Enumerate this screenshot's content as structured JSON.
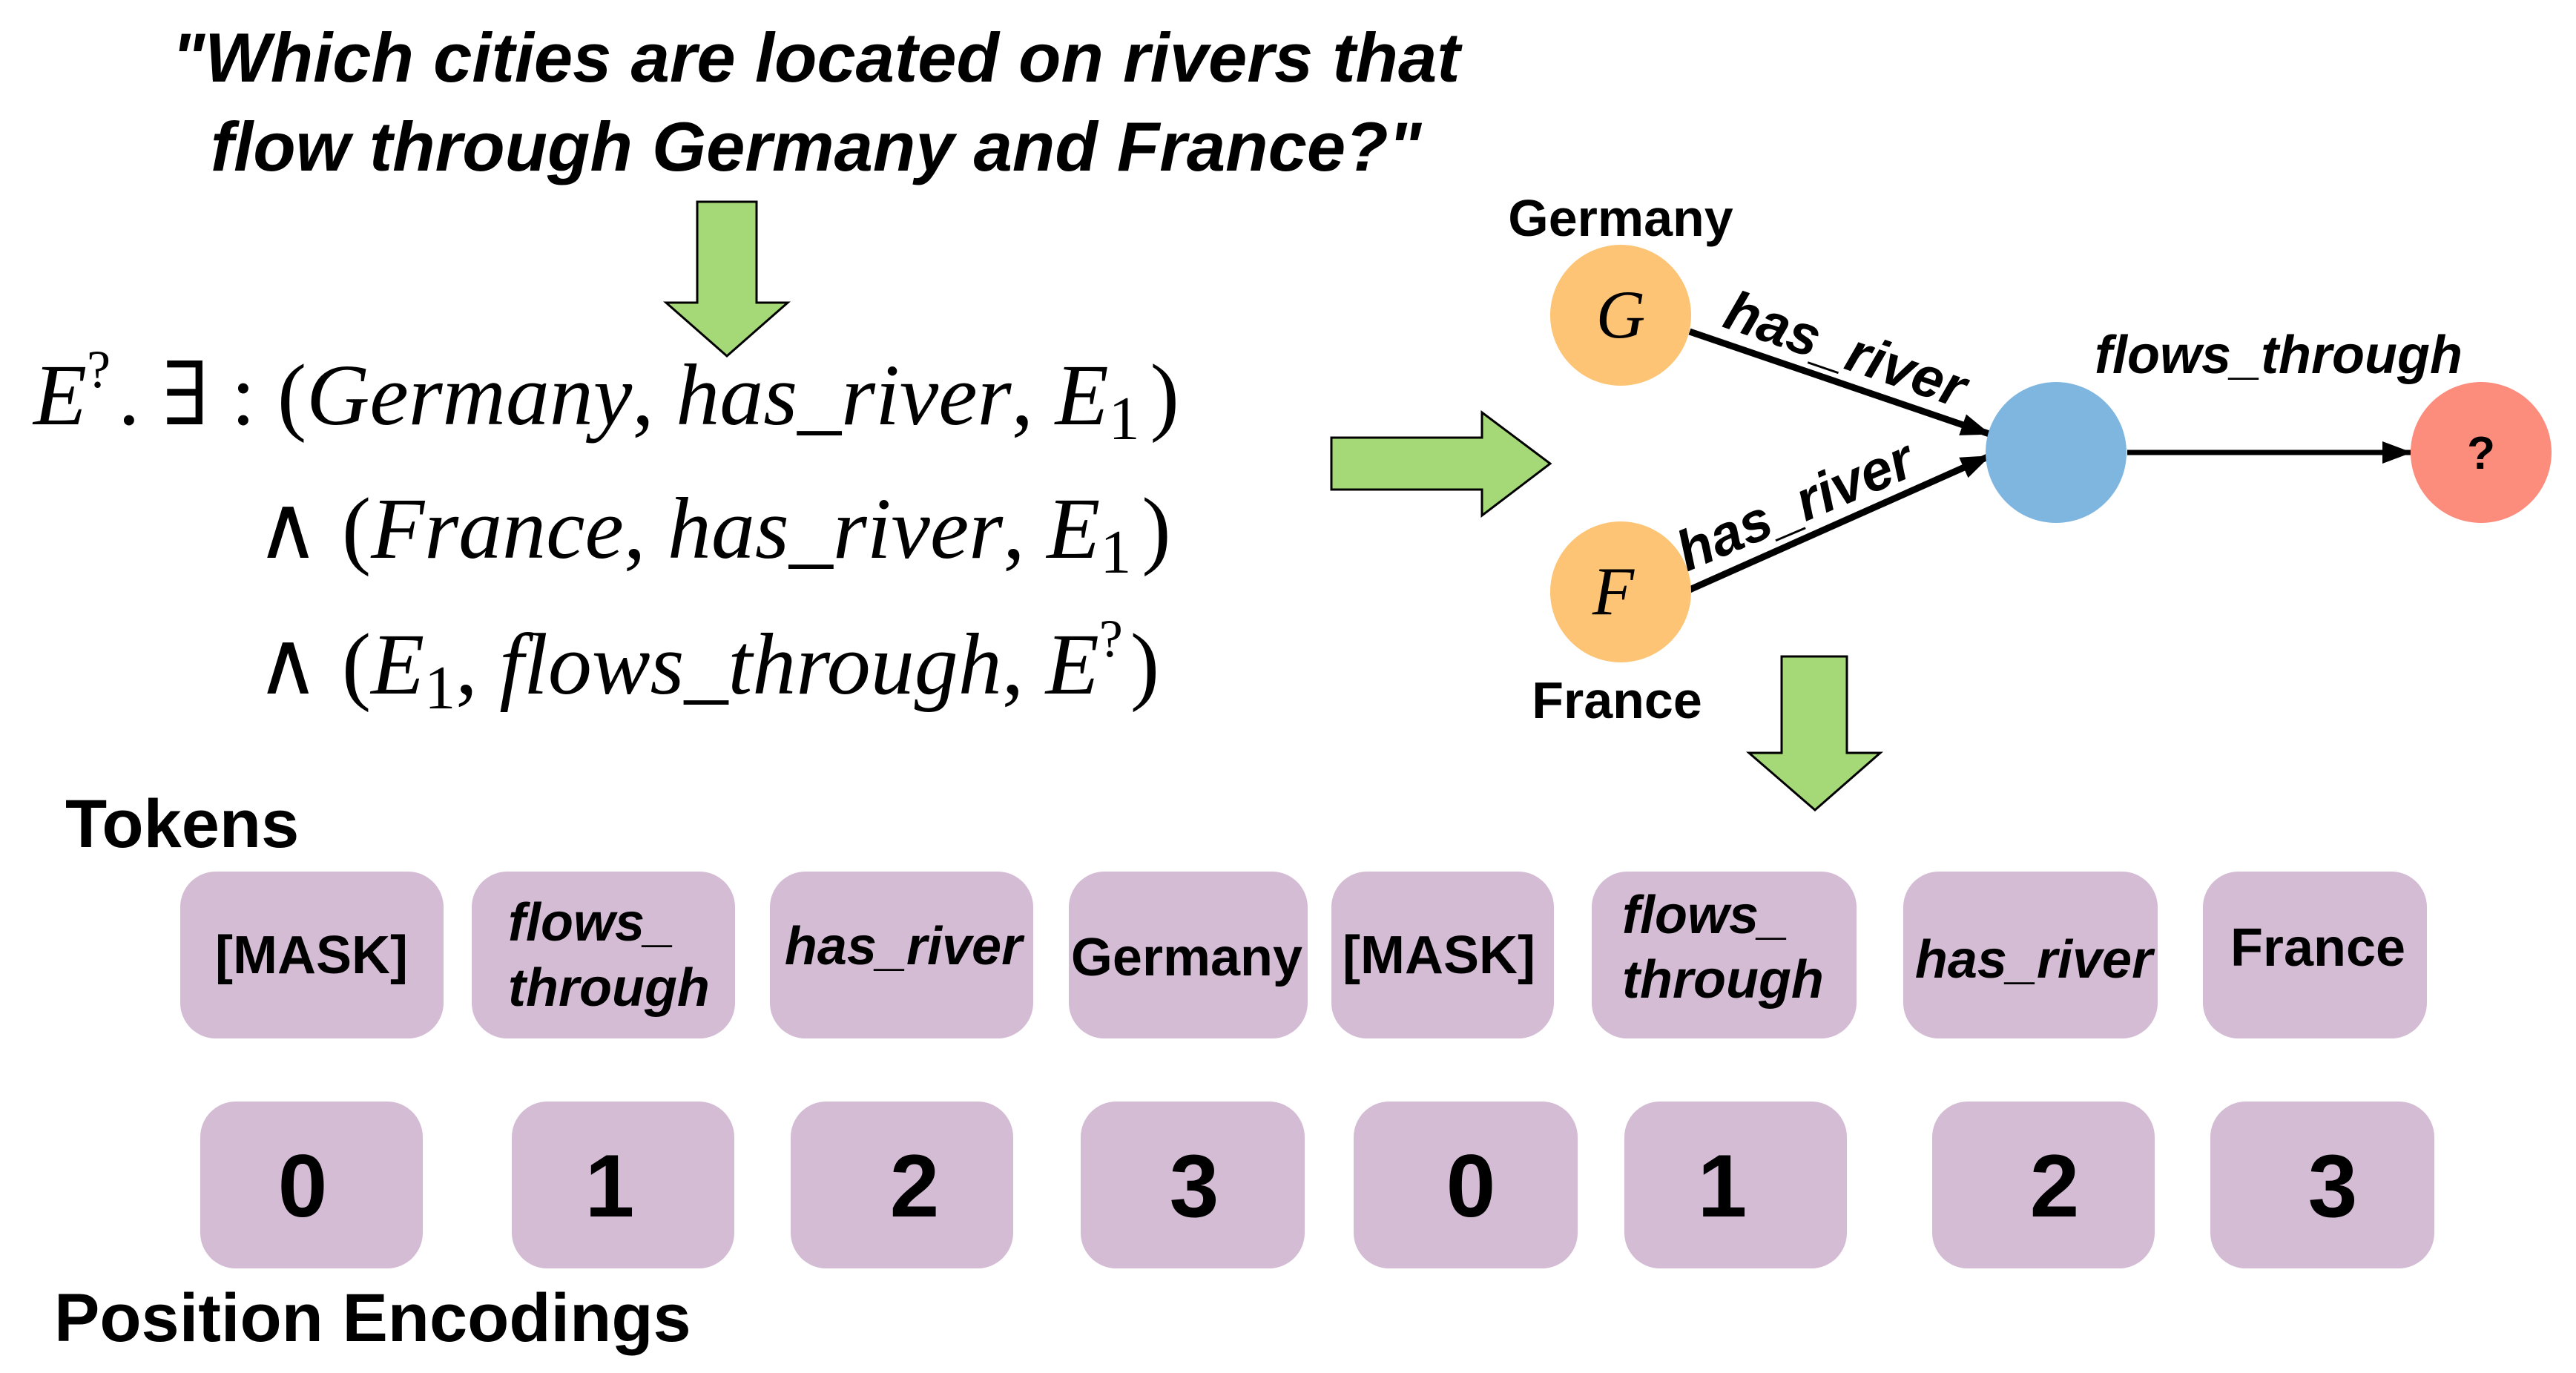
{
  "question": {
    "line1": "\"Which cities are located on rivers that",
    "line2": "flow through Germany and France?\""
  },
  "formula": {
    "line1": {
      "entity": "E",
      "sup": "?",
      "quant": ". ∃ : (",
      "anchor": "Germany",
      "rel": "has_river",
      "var": "E",
      "var_sub": "1",
      "close": ")"
    },
    "line2": {
      "conj": "∧ (",
      "anchor": "France",
      "rel": "has_river",
      "var": "E",
      "var_sub": "1",
      "close": ")"
    },
    "line3": {
      "conj": "∧ (",
      "var": "E",
      "var_sub": "1",
      "rel": "flows_through",
      "target": "E",
      "target_sup": "?",
      "close": ")"
    }
  },
  "graph": {
    "nodes": {
      "germany": {
        "letter": "G",
        "label": "Germany",
        "color": "#fcc474"
      },
      "france": {
        "letter": "F",
        "label": "France",
        "color": "#fcc474"
      },
      "variable": {
        "letter": "",
        "label": "",
        "color": "#7fb6e0"
      },
      "target": {
        "letter": "?",
        "label": "",
        "color": "#fc8c7c"
      }
    },
    "edges": {
      "germany_has_river": "has_river",
      "france_has_river": "has_river",
      "flows_through": "flows_through"
    }
  },
  "tokens": {
    "section_label": "Tokens",
    "items": [
      {
        "line1": "[MASK]",
        "line2": "",
        "italic": false
      },
      {
        "line1": "flows_",
        "line2": "through",
        "italic": true
      },
      {
        "line1": "has_river",
        "line2": "",
        "italic": true
      },
      {
        "line1": "Germany",
        "line2": "",
        "italic": false
      },
      {
        "line1": "[MASK]",
        "line2": "",
        "italic": false
      },
      {
        "line1": "flows_",
        "line2": "through",
        "italic": true
      },
      {
        "line1": "has_river",
        "line2": "",
        "italic": true
      },
      {
        "line1": "France",
        "line2": "",
        "italic": false
      }
    ]
  },
  "positions": {
    "section_label": "Position Encodings",
    "values": [
      "0",
      "1",
      "2",
      "3",
      "0",
      "1",
      "2",
      "3"
    ]
  },
  "colors": {
    "box_fill": "#d4bcd4",
    "arrow_fill": "#a5d877",
    "text": "#000000"
  }
}
